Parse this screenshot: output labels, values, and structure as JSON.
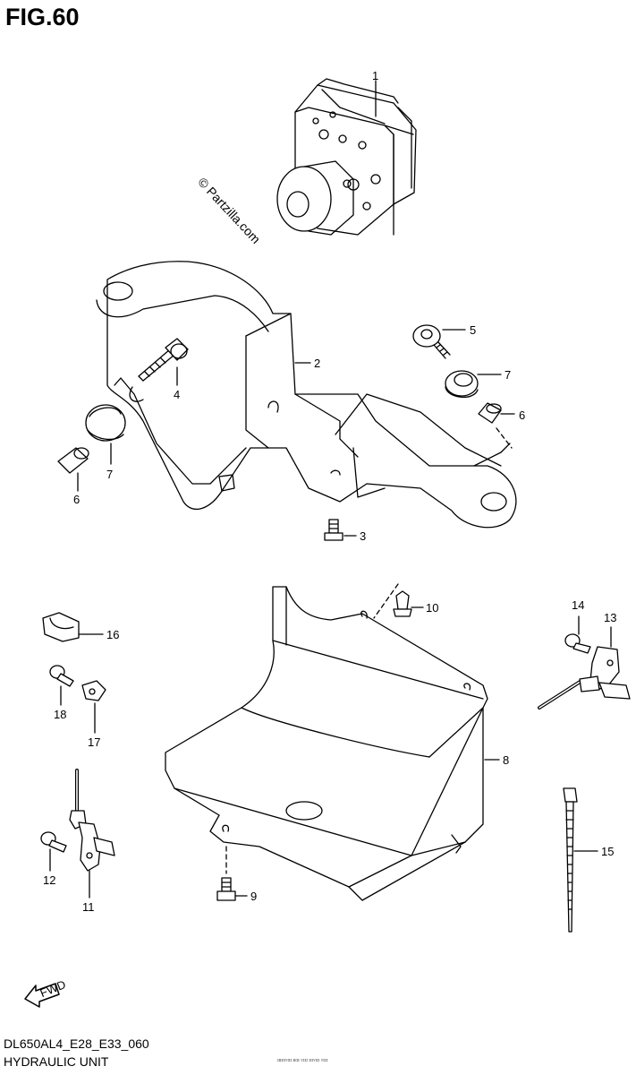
{
  "figure": {
    "title": "FIG.60",
    "diagram_code": "DL650AL4_E28_E33_060",
    "caption": "HYDRAULIC UNIT",
    "watermark": "© Partzilla.com",
    "fine_print": "ɪʙɪɑʏɑɪ ʙɑɪ ʏɪɪɪ ɪɑʏɑɪ ʏɪɪɪ",
    "fwd_arrow": "FWD"
  },
  "callouts": {
    "c1": "1",
    "c2": "2",
    "c3": "3",
    "c4": "4",
    "c5": "5",
    "c6a": "6",
    "c6b": "6",
    "c7a": "7",
    "c7b": "7",
    "c8": "8",
    "c9": "9",
    "c10": "10",
    "c11": "11",
    "c12": "12",
    "c13": "13",
    "c14": "14",
    "c15": "15",
    "c16": "16",
    "c17": "17",
    "c18": "18"
  }
}
